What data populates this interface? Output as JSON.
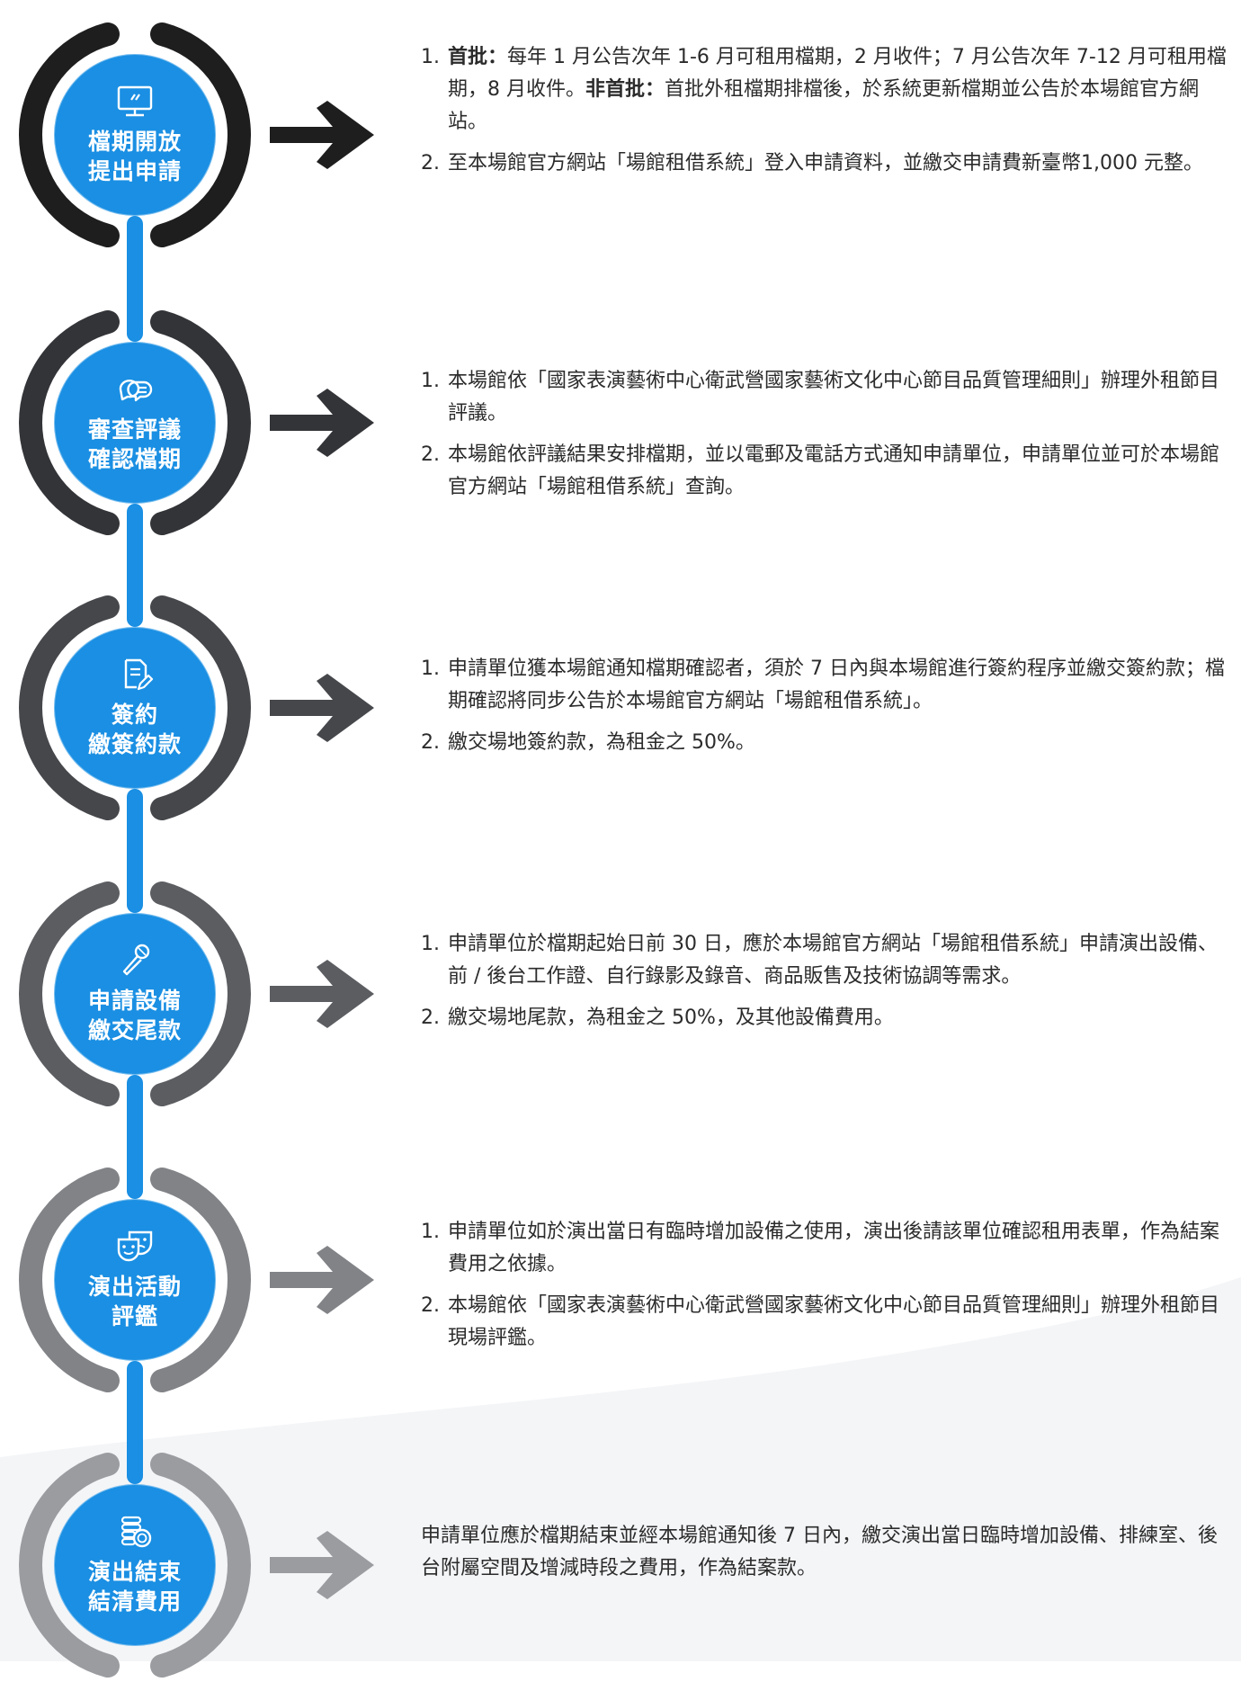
{
  "colors": {
    "accent": "#1a8fe3",
    "connector": "#1a8fe3",
    "ring_shades": [
      "#1e1e1e",
      "#333438",
      "#45474b",
      "#5b5d61",
      "#818387",
      "#9a9ca0"
    ]
  },
  "steps": [
    {
      "icon": "monitor-icon",
      "label_lines": [
        "檔期開放",
        "提出申請"
      ],
      "items": [
        {
          "num": "1.",
          "parts": [
            {
              "b": "首批："
            },
            {
              "t": "每年 1 月公告次年 1-6 月可租用檔期，2 月收件；7 月公告次年 7-12 月可租用檔期，8 月收件。"
            },
            {
              "b": "非首批："
            },
            {
              "t": "首批外租檔期排檔後，於系統更新檔期並公告於本場館官方網站。"
            }
          ]
        },
        {
          "num": "2.",
          "parts": [
            {
              "t": "至本場館官方網站「場館租借系統」登入申請資料，並繳交申請費新臺幣1,000 元整。"
            }
          ]
        }
      ]
    },
    {
      "icon": "chat-bubbles-icon",
      "label_lines": [
        "審查評議",
        "確認檔期"
      ],
      "items": [
        {
          "num": "1.",
          "parts": [
            {
              "t": "本場館依「國家表演藝術中心衛武營國家藝術文化中心節目品質管理細則」辦理外租節目評議。"
            }
          ]
        },
        {
          "num": "2.",
          "parts": [
            {
              "t": "本場館依評議結果安排檔期，並以電郵及電話方式通知申請單位，申請單位並可於本場館官方網站「場館租借系統」查詢。"
            }
          ]
        }
      ]
    },
    {
      "icon": "document-pen-icon",
      "label_lines": [
        "簽約",
        "繳簽約款"
      ],
      "items": [
        {
          "num": "1.",
          "parts": [
            {
              "t": "申請單位獲本場館通知檔期確認者，須於 7 日內與本場館進行簽約程序並繳交簽約款；檔期確認將同步公告於本場館官方網站「場館租借系統」。"
            }
          ]
        },
        {
          "num": "2.",
          "parts": [
            {
              "t": "繳交場地簽約款，為租金之 50%。"
            }
          ]
        }
      ]
    },
    {
      "icon": "microphone-icon",
      "label_lines": [
        "申請設備",
        "繳交尾款"
      ],
      "items": [
        {
          "num": "1.",
          "parts": [
            {
              "t": "申請單位於檔期起始日前 30 日，應於本場館官方網站「場館租借系統」申請演出設備、前 / 後台工作證、自行錄影及錄音、商品販售及技術協調等需求。"
            }
          ]
        },
        {
          "num": "2.",
          "parts": [
            {
              "t": "繳交場地尾款，為租金之 50%，及其他設備費用。"
            }
          ]
        }
      ]
    },
    {
      "icon": "theater-masks-icon",
      "label_lines": [
        "演出活動",
        "評鑑"
      ],
      "items": [
        {
          "num": "1.",
          "parts": [
            {
              "t": "申請單位如於演出當日有臨時增加設備之使用，演出後請該單位確認租用表單，作為結案費用之依據。"
            }
          ]
        },
        {
          "num": "2.",
          "parts": [
            {
              "t": "本場館依「國家表演藝術中心衛武營國家藝術文化中心節目品質管理細則」辦理外租節目現場評鑑。"
            }
          ]
        }
      ]
    },
    {
      "icon": "coins-icon",
      "label_lines": [
        "演出結束",
        "結清費用"
      ],
      "items": [
        {
          "num": "",
          "parts": [
            {
              "t": "申請單位應於檔期結束並經本場館通知後 7 日內，繳交演出當日臨時增加設備、排練室、後台附屬空間及增減時段之費用，作為結案款。"
            }
          ]
        }
      ]
    }
  ]
}
